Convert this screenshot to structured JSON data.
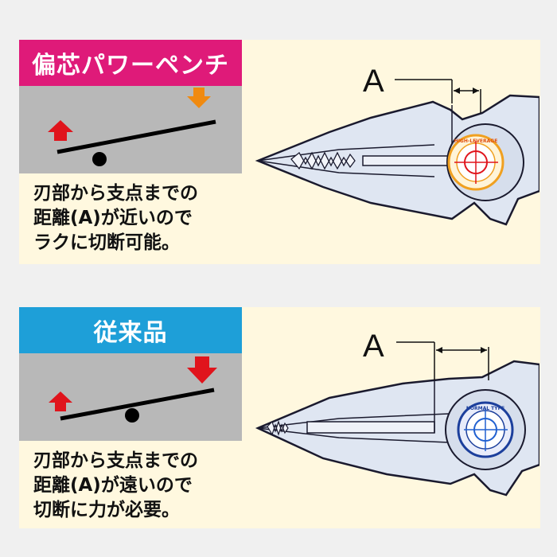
{
  "panels": [
    {
      "id": "high-leverage",
      "title": "偏芯パワーペンチ",
      "title_color": "#df1a79",
      "description_lines": [
        "刃部から支点までの",
        "距離(A)が近いので",
        "ラクに切断可能。"
      ],
      "label_a": "A",
      "badge_text": "HIGH-LEVERAGE",
      "badge_color": "#f0a020",
      "low_force_arrow_color": "#f08a10"
    },
    {
      "id": "normal",
      "title": "従来品",
      "title_color": "#1e9fd8",
      "description_lines": [
        "刃部から支点までの",
        "距離(A)が遠いので",
        "切断に力が必要。"
      ],
      "label_a": "A",
      "badge_text": "NORMAL TYPE",
      "badge_color": "#1c3f9c",
      "high_force_arrow_color": "#e0141c"
    }
  ]
}
